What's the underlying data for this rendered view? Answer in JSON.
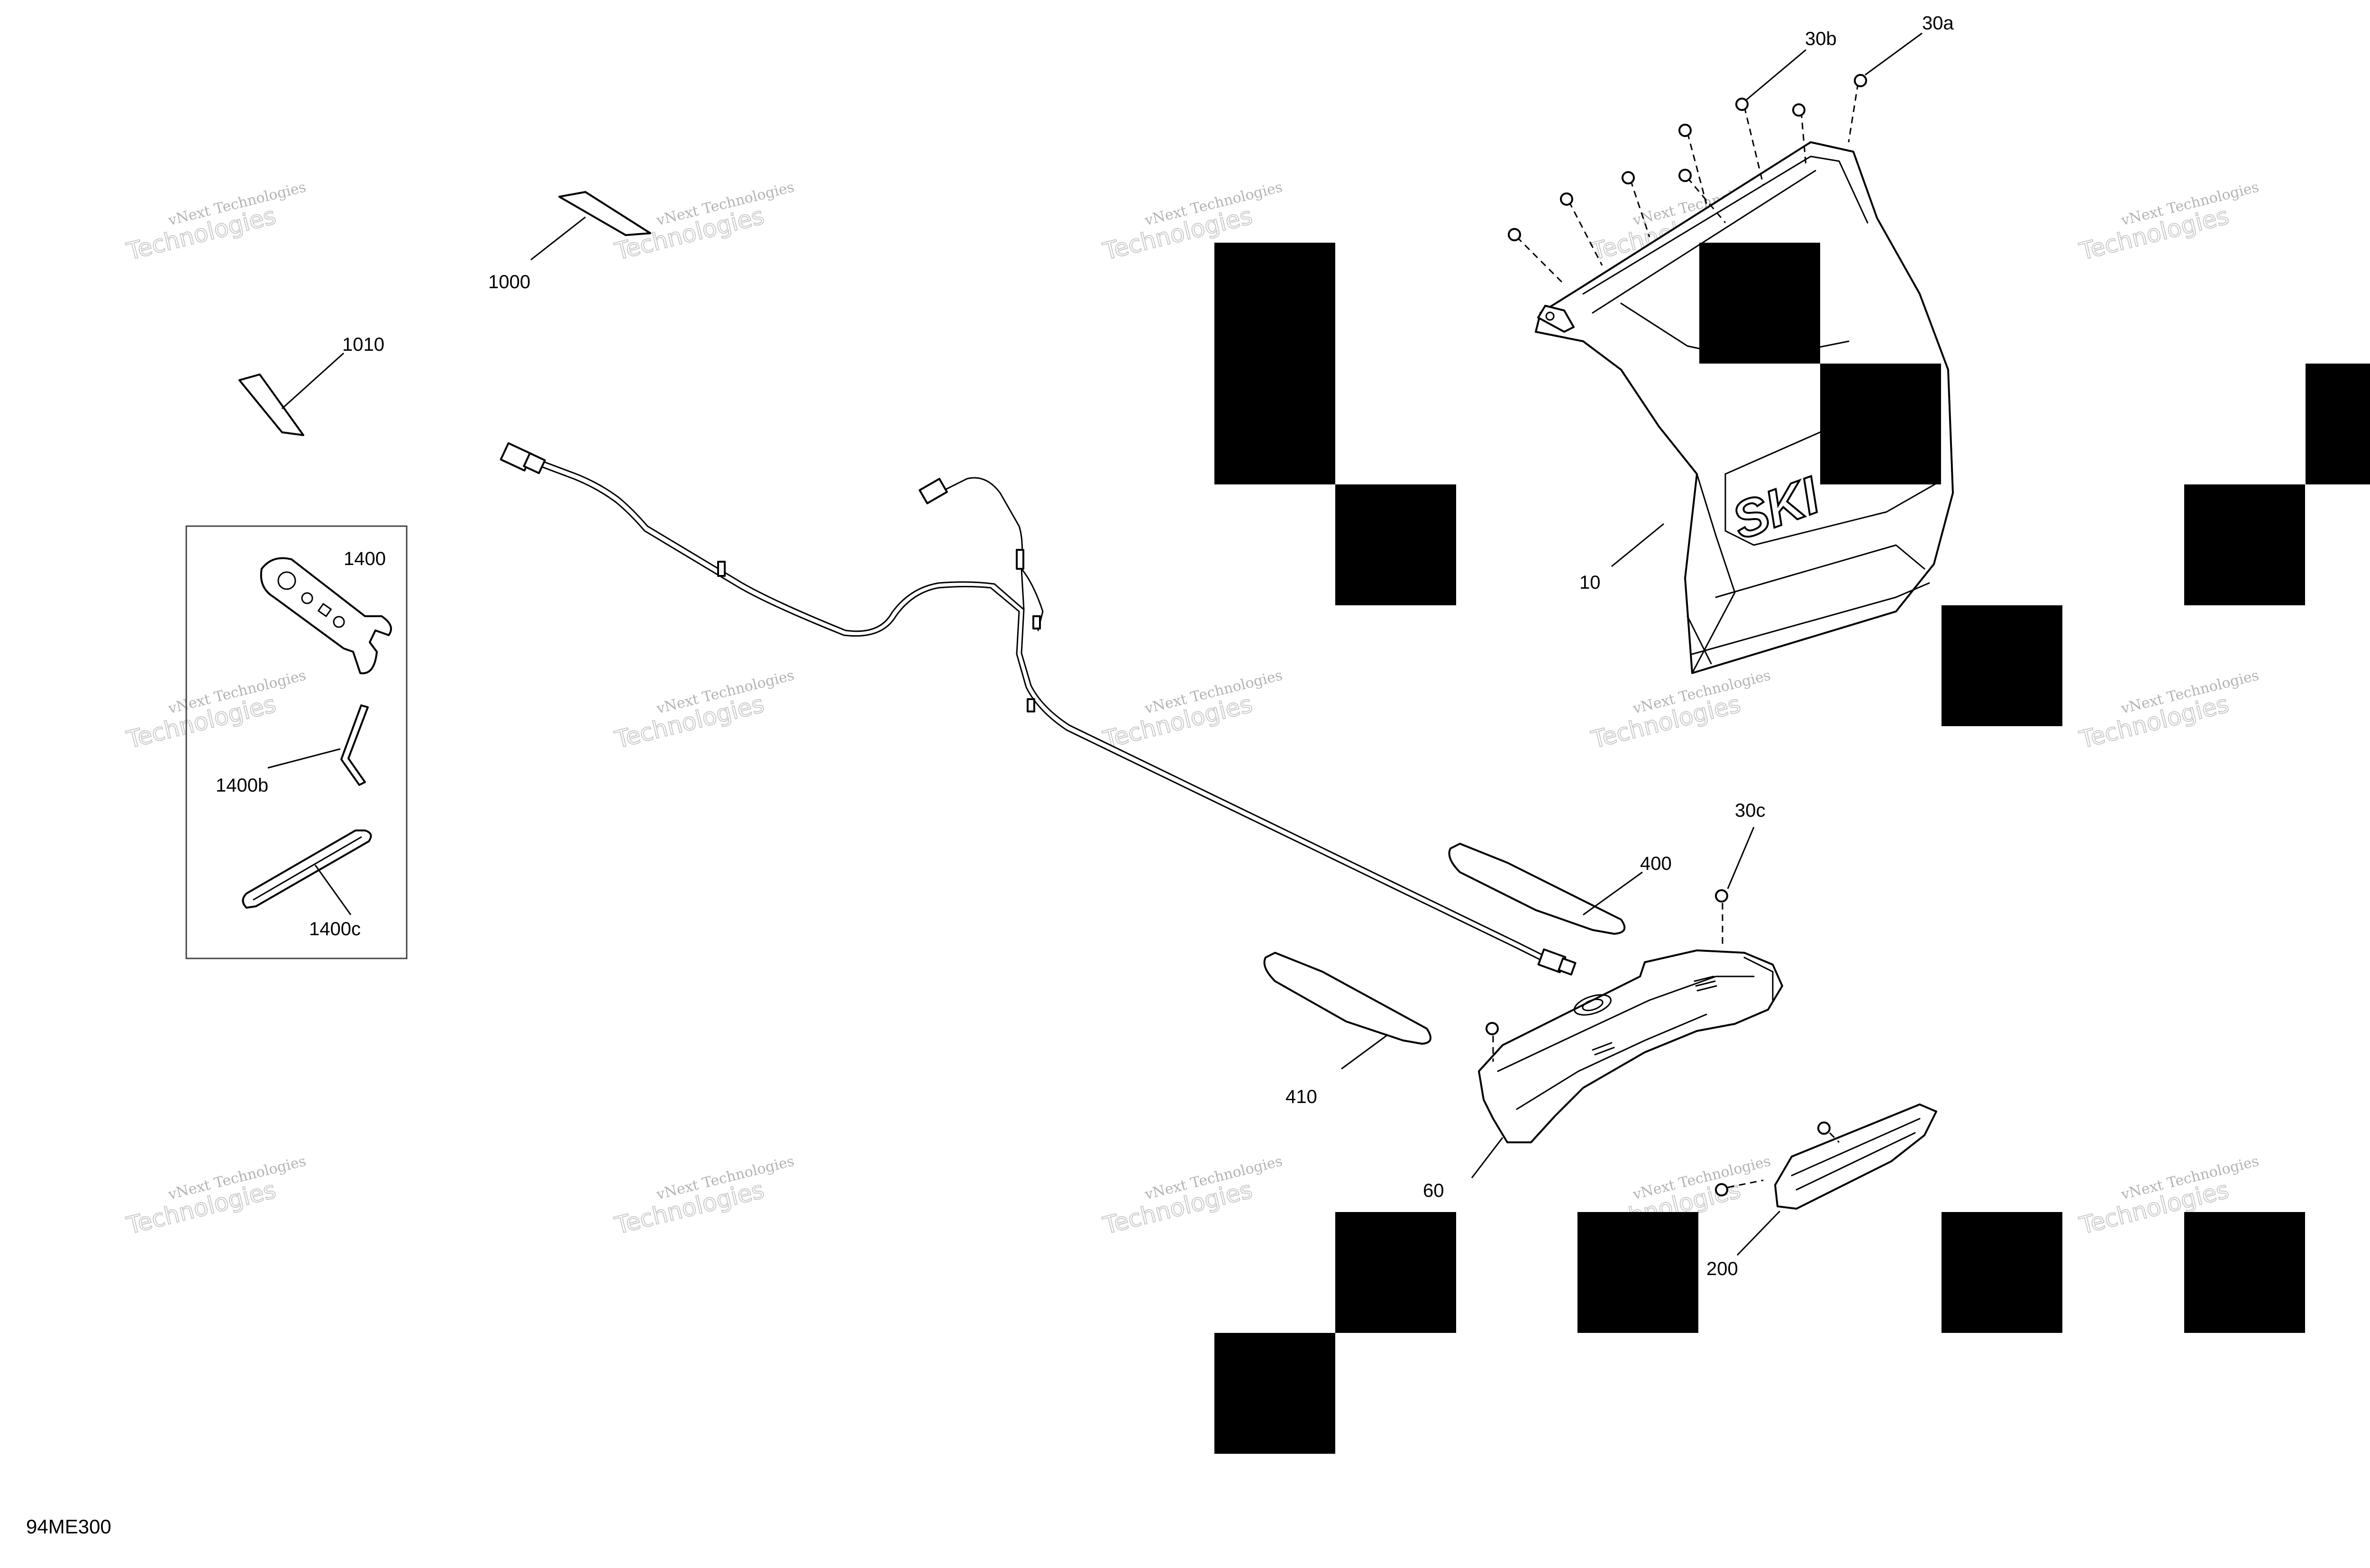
{
  "diagram_code": "94ME300",
  "callouts": {
    "c30a": "30a",
    "c30b": "30b",
    "c30c": "30c",
    "c10": "10",
    "c1000": "1000",
    "c1010": "1010",
    "c1400": "1400",
    "c1400b": "1400b",
    "c1400c": "1400c",
    "c400": "400",
    "c410": "410",
    "c60": "60",
    "c200": "200"
  },
  "watermark": {
    "line1": "vNext Technologies",
    "line2": "Technologies"
  },
  "colors": {
    "ink": "#000000",
    "watermark": "#9a9a9a"
  }
}
